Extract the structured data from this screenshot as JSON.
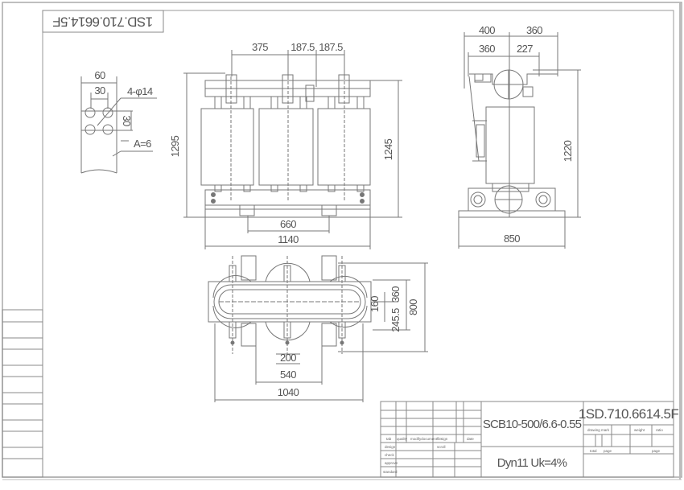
{
  "drawing": {
    "code_rotated": "1SD.710.6614.5F",
    "colors": {
      "line": "#777777",
      "frame": "#9a9a9a",
      "background": "#ffffff",
      "text": "#555555"
    }
  },
  "detail_view": {
    "dims": {
      "width": "60",
      "hole_spacing": "30",
      "vertical_spacing": "30",
      "holes": "4-φ14",
      "section": "A=6"
    }
  },
  "front_view": {
    "dims": {
      "top_left": "375",
      "top_mid": "187.5",
      "top_right": "187.5",
      "height_left": "1295",
      "height_right": "1245",
      "wheel_spacing": "660",
      "overall_width": "1140"
    }
  },
  "side_view": {
    "dims": {
      "top_outer_left": "400",
      "top_outer_right": "360",
      "top_inner_left": "360",
      "top_inner_right": "227",
      "height": "1220",
      "base_width": "850"
    }
  },
  "plan_view": {
    "dims": {
      "a": "160",
      "b": "160",
      "c": "360",
      "d": "245.5",
      "depth": "800",
      "inner_200": "200",
      "inner_540": "540",
      "overall_1040": "1040"
    }
  },
  "title_block": {
    "header_row": [
      "tab",
      "quality",
      "modifydocumentfile",
      "sign",
      "date"
    ],
    "rows": [
      "design",
      "check",
      "approve",
      "standard"
    ],
    "scroll_label": "scroll",
    "model": "SCB10-500/6.6-0.55",
    "connection": "Dyn11  Uk=4%",
    "drawing_code": "1SD.710.6614.5F",
    "labels": {
      "drawing_mark": "drawing mark",
      "weight": "weight",
      "ratio": "ratio",
      "total": "total",
      "page1": "page",
      "page2": "page"
    }
  }
}
